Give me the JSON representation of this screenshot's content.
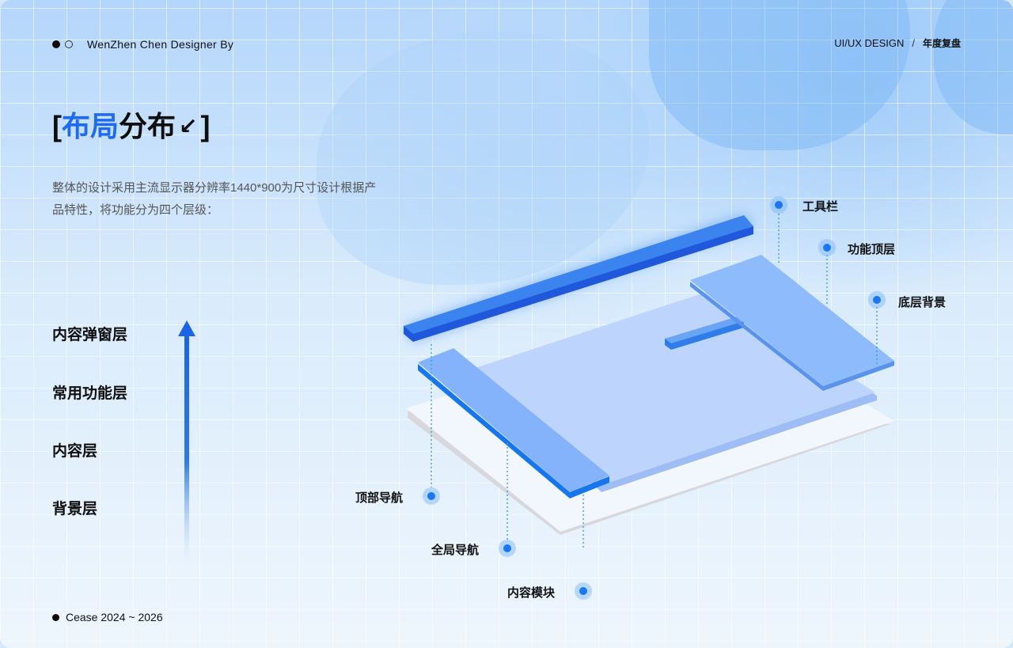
{
  "header": {
    "brand": "WenZhen Chen Designer By",
    "category": "UI/UX DESIGN",
    "separator": "/",
    "year_label": "年度复盘"
  },
  "title": {
    "bracket_open": "[",
    "highlight": "布局",
    "rest": "分布",
    "arrow": "↙",
    "bracket_close": "]"
  },
  "description": {
    "line1": "整体的设计采用主流显示器分辨率1440*900为尺寸设计根据产",
    "line2": "品特性，将功能分为四个层级："
  },
  "layers": [
    "内容弹窗层",
    "常用功能层",
    "内容层",
    "背景层"
  ],
  "callouts": {
    "toolbar": "工具栏",
    "function_top": "功能顶层",
    "bottom_background": "底层背景",
    "top_nav": "顶部导航",
    "global_nav": "全局导航",
    "content_module": "内容模块"
  },
  "footer": {
    "text": "Cease 2024 ~ 2026"
  },
  "colors": {
    "accent": "#1e6bf0",
    "marker": "#1877f2"
  }
}
